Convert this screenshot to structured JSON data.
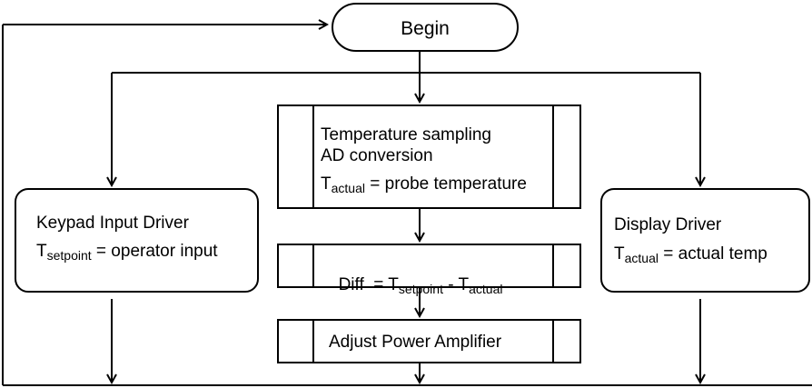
{
  "nodes": {
    "begin": {
      "label": "Begin"
    },
    "sampling": {
      "line1": "Temperature sampling",
      "line2": "AD conversion",
      "var": "T",
      "var_sub": "actual",
      "eq": " = probe temperature"
    },
    "diff": {
      "prefix": "Diff  = T",
      "sub1": "setpoint",
      "mid": " - T",
      "sub2": "actual"
    },
    "amplifier": {
      "label": "Adjust Power Amplifier"
    },
    "keypad": {
      "title": "Keypad Input Driver",
      "var": "T",
      "var_sub": "setpoint",
      "eq": " = operator input"
    },
    "display": {
      "title": "Display Driver",
      "var": "T",
      "var_sub": "actual",
      "eq": " = actual temp"
    }
  }
}
